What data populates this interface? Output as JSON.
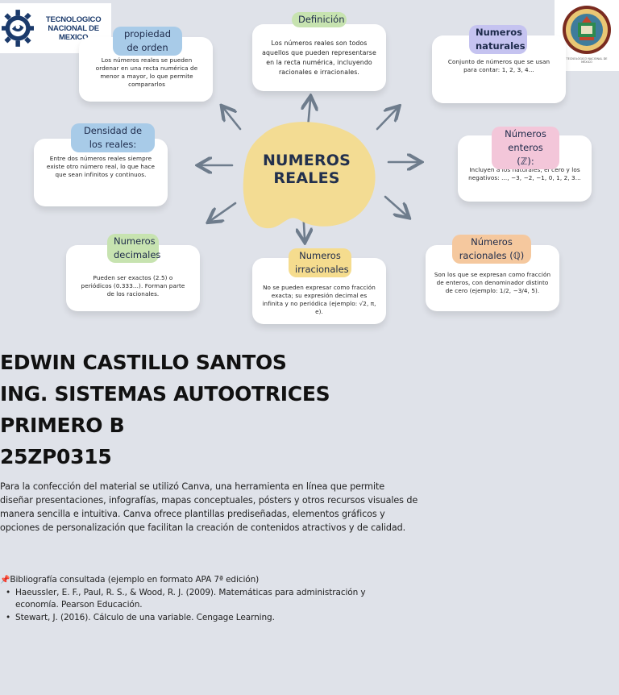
{
  "logos": {
    "left_text_line1": "TECNOLOGICO",
    "left_text_line2": "NACIONAL DE MEXICO",
    "right_caption": "TECNOLÓGICO NACIONAL DE MÉXICO"
  },
  "center": {
    "line1": "NUMEROS",
    "line2": "REALES"
  },
  "cards": {
    "propiedad_orden": {
      "title": "propiedad de orden",
      "body": "Los números reales se pueden ordenar en una recta numérica de menor a mayor, lo que permite compararlos"
    },
    "definicion": {
      "title": "Definición",
      "body": "Los números reales son todos aquellos que pueden representarse en la recta numérica, incluyendo racionales e irracionales."
    },
    "naturales": {
      "title": "Numeros naturales",
      "body": "Conjunto de números que se usan para contar: 1, 2, 3, 4..."
    },
    "densidad": {
      "title": "Densidad de los reales:",
      "body": "Entre dos números reales siempre existe otro número real, lo que hace que sean infinitos y continuos."
    },
    "enteros": {
      "title": "Números enteros (ℤ):",
      "body": "Incluyen a los naturales, el cero y los negativos: ..., −3, −2, −1, 0, 1, 2, 3..."
    },
    "decimales": {
      "title": "Numeros decimales",
      "body": "Pueden ser exactos (2.5) o periódicos (0.333...). Forman parte de los racionales."
    },
    "irracionales": {
      "title": "Numeros irracionales",
      "body": "No se pueden expresar como fracción exacta; su expresión decimal es infinita y no periódica (ejemplo: √2, π, e)."
    },
    "racionales": {
      "title": "Números racionales (ℚ)",
      "body": "Son los que se expresan como fracción de enteros, con denominador distinto de cero (ejemplo: 1/2, −3/4, 5)."
    }
  },
  "heading": {
    "name": "EDWIN CASTILLO SANTOS",
    "career": "ING. SISTEMAS AUTOOTRICES",
    "group": "PRIMERO B",
    "id": "25ZP0315"
  },
  "paragraph": "Para la confección del material se utilizó Canva, una herramienta en línea que permite diseñar presentaciones, infografías, mapas conceptuales, pósters y otros recursos visuales de manera sencilla e intuitiva. Canva ofrece plantillas prediseñadas, elementos gráficos y opciones de personalización que facilitan la creación de contenidos atractivos y de calidad.",
  "bibliography": {
    "title": "Bibliografía consultada (ejemplo en formato APA 7ª edición)",
    "items": [
      "Haeussler, E. F., Paul, R. S., & Wood, R. J. (2009). Matemáticas para administración y economía. Pearson Educación.",
      "Stewart, J. (2016). Cálculo de una variable. Cengage Learning."
    ]
  },
  "colors": {
    "background": "#dfe2e9",
    "center_blob": "#f3dc93",
    "pill_blue": "#a8cbe8",
    "pill_green": "#c7e3b0",
    "pill_purple": "#c5c3f0",
    "pill_pink": "#f3c6d9",
    "pill_orange": "#f5c89e",
    "pill_yellow": "#f5dc8e",
    "arrow": "#6e7c8c"
  }
}
